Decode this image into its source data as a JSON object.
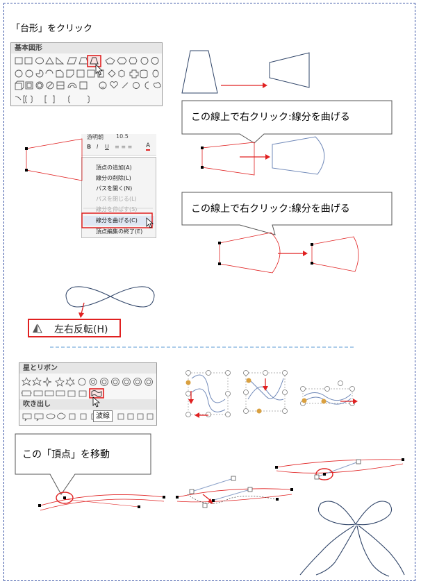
{
  "heading": "「台形」をクリック",
  "gallery_basic": {
    "header": "基本図形"
  },
  "context_menu": {
    "font_name": "游明朝",
    "font_size": "10.5",
    "items": [
      {
        "label": "頂点の追加(A)",
        "enabled": true
      },
      {
        "label": "線分の削除(L)",
        "enabled": true
      },
      {
        "label": "パスを開く(N)",
        "enabled": true
      },
      {
        "label": "パスを閉じる(L)",
        "enabled": false
      },
      {
        "label": "線分を伸ばす(S)",
        "enabled": false
      },
      {
        "label": "線分を曲げる(C)",
        "enabled": true,
        "highlighted": true
      },
      {
        "label": "頂点編集の終了(E)",
        "enabled": true
      }
    ]
  },
  "callouts": {
    "curve_segment_1": "この線上で右クリック:線分を曲げる",
    "curve_segment_2": "この線上で右クリック:線分を曲げる",
    "move_vertex": "この「頂点」を移動"
  },
  "flip_horizontal": "左右反転(H)",
  "gallery_stars": {
    "header": "星とリボン",
    "header2": "吹き出し",
    "tooltip": "波線"
  },
  "colors": {
    "frame": "#3a54a6",
    "accent_red": "#e02020",
    "shape_stroke": "#2f4468",
    "shape_blue": "#6f88b8",
    "separator": "#5b9bd5",
    "handle_orange": "#d9a040"
  },
  "icons": [
    "pointer-cursor-icon",
    "flip-horizontal-icon",
    "bold-icon",
    "italic-icon",
    "underline-icon",
    "font-color-icon"
  ]
}
